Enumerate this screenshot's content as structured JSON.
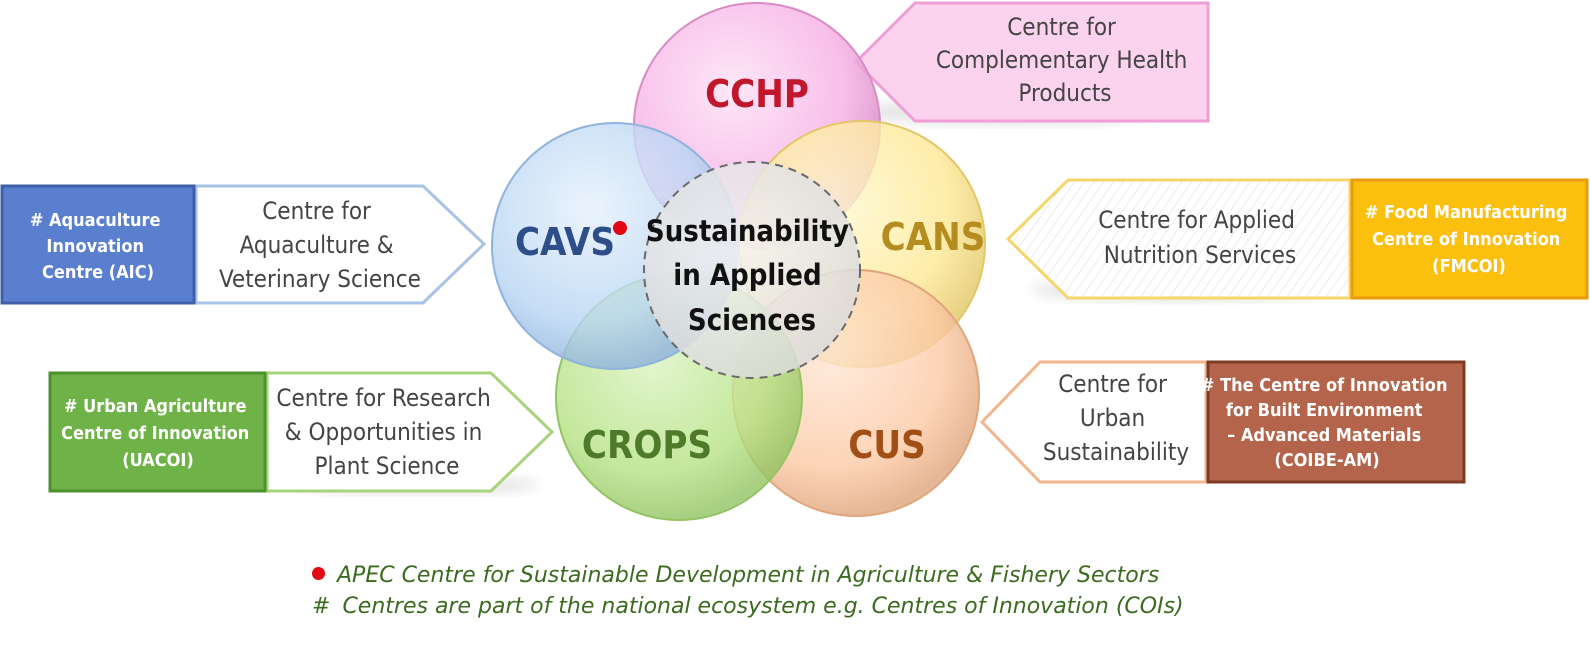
{
  "center": {
    "lines": [
      "Sustainability",
      "in Applied",
      "Sciences"
    ]
  },
  "circles": {
    "cchp": {
      "label": "CCHP",
      "color": "#c0172d"
    },
    "cavs": {
      "label": "CAVS",
      "color": "#2e4e8a"
    },
    "cans": {
      "label": "CANS",
      "color": "#b58c1f"
    },
    "crops": {
      "label": "CROPS",
      "color": "#4f7a2a"
    },
    "cus": {
      "label": "CUS",
      "color": "#a04f17"
    }
  },
  "callouts": {
    "cchp": {
      "lines": [
        "Centre for",
        "Complementary Health",
        "Products"
      ]
    },
    "cavs": {
      "lines": [
        "Centre for",
        "Aquaculture &",
        "Veterinary Science"
      ]
    },
    "cans": {
      "lines": [
        "Centre for Applied",
        "Nutrition Services"
      ]
    },
    "crops": {
      "lines": [
        "Centre for Research",
        "& Opportunities in",
        "Plant Science"
      ]
    },
    "cus": {
      "lines": [
        "Centre for",
        "Urban",
        "Sustainability"
      ]
    }
  },
  "badges": {
    "aic": {
      "lines": [
        "# Aquaculture",
        "Innovation",
        "Centre (AIC)"
      ],
      "color": "#5b7fcf"
    },
    "fmcoi": {
      "lines": [
        "# Food Manufacturing",
        "Centre of Innovation",
        "(FMCOI)"
      ],
      "color": "#fbbf0e"
    },
    "uacoi": {
      "lines": [
        "# Urban Agriculture",
        "Centre of Innovation",
        "(UACOI)"
      ],
      "color": "#6fb247"
    },
    "coibeam": {
      "lines": [
        "# The Centre of Innovation",
        "for Built Environment",
        "– Advanced Materials",
        "(COIBE-AM)"
      ],
      "color": "#b3644a"
    }
  },
  "legend": {
    "apec": "APEC Centre for Sustainable Development in Agriculture & Fishery Sectors",
    "hash_symbol": "#",
    "coi": "Centres are part of the national ecosystem e.g. Centres of Innovation (COIs)"
  }
}
